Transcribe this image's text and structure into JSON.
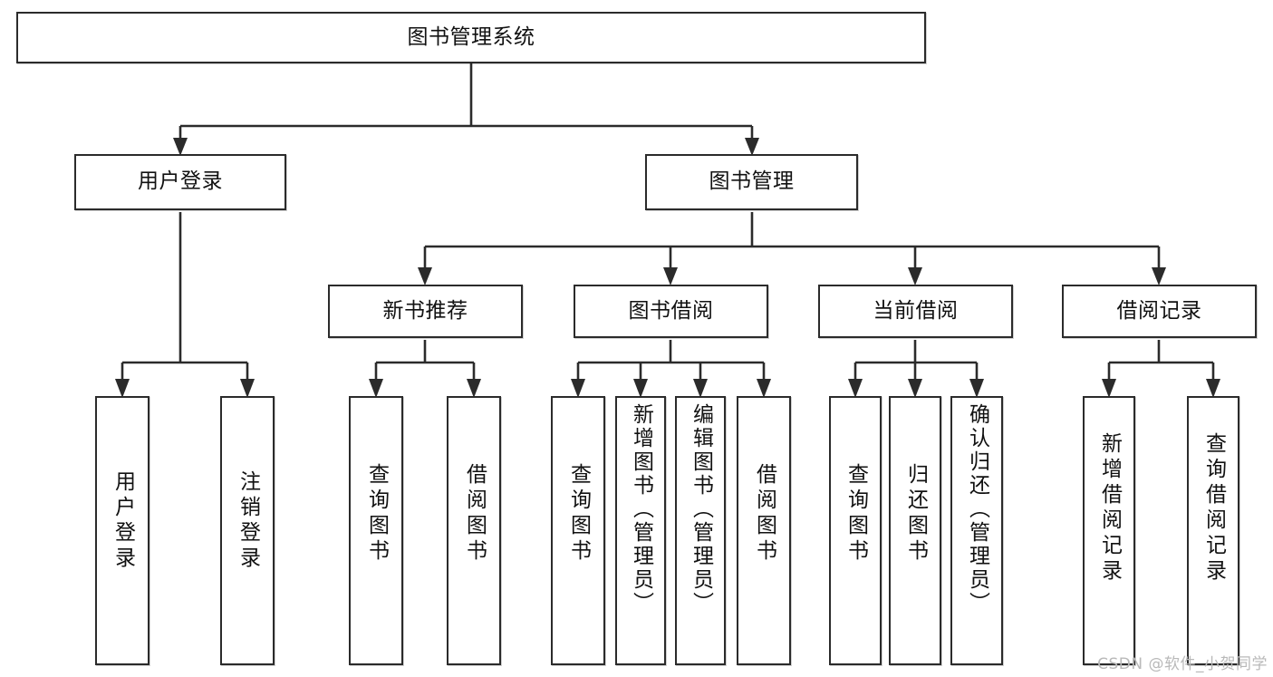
{
  "diagram": {
    "title": "图书管理系统",
    "type": "tree",
    "orientation": "top-down",
    "colors": {
      "node_border": "#2b2b2b",
      "node_fill": "#ffffff",
      "edge": "#2b2b2b",
      "text": "#111111",
      "watermark": "#b9b9b9",
      "background": "#ffffff"
    },
    "nodes": {
      "root": {
        "label": "图书管理系统"
      },
      "level1": [
        {
          "id": "user-login",
          "label": "用户登录"
        },
        {
          "id": "book-manage",
          "label": "图书管理"
        }
      ],
      "level2": [
        {
          "id": "new-book-recommend",
          "label": "新书推荐"
        },
        {
          "id": "book-borrow",
          "label": "图书借阅"
        },
        {
          "id": "current-borrow",
          "label": "当前借阅"
        },
        {
          "id": "borrow-record",
          "label": "借阅记录"
        }
      ],
      "leaves": {
        "user-login": [
          {
            "id": "leaf-user-login",
            "label": "用户登录"
          },
          {
            "id": "leaf-logout-login",
            "label": "注销登录"
          }
        ],
        "new-book-recommend": [
          {
            "id": "leaf-query-book-1",
            "label": "查询图书"
          },
          {
            "id": "leaf-borrow-book-1",
            "label": "借阅图书"
          }
        ],
        "book-borrow": [
          {
            "id": "leaf-query-book-2",
            "label": "查询图书"
          },
          {
            "id": "leaf-add-book",
            "label": "新增图书（管理员）"
          },
          {
            "id": "leaf-edit-book",
            "label": "编辑图书（管理员）"
          },
          {
            "id": "leaf-borrow-book-2",
            "label": "借阅图书"
          }
        ],
        "current-borrow": [
          {
            "id": "leaf-query-book-3",
            "label": "查询图书"
          },
          {
            "id": "leaf-return-book",
            "label": "归还图书"
          },
          {
            "id": "leaf-confirm-return",
            "label": "确认归还（管理员）"
          }
        ],
        "borrow-record": [
          {
            "id": "leaf-add-record",
            "label": "新增借阅记录"
          },
          {
            "id": "leaf-query-record",
            "label": "查询借阅记录"
          }
        ]
      }
    },
    "watermark": "CSDN @软件_小贺同学"
  }
}
